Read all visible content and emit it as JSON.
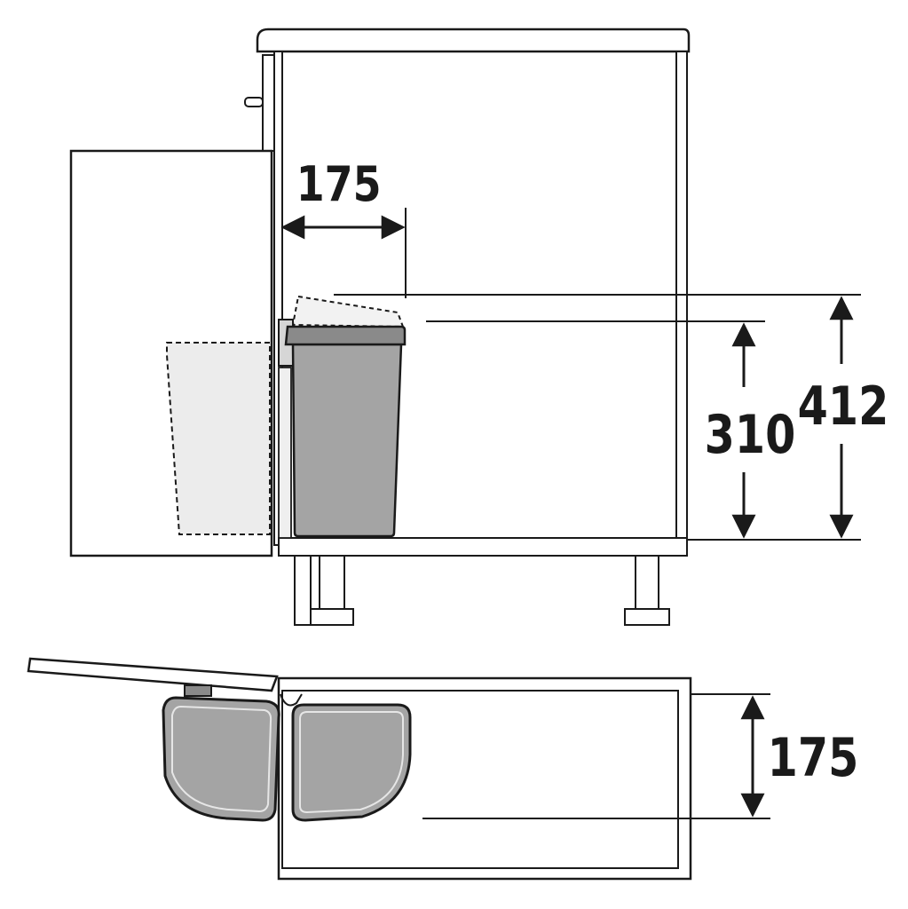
{
  "dimensions": {
    "top_width": "175",
    "bin_height": "310",
    "cabinet_height": "412",
    "plan_depth": "175"
  },
  "colors": {
    "outline": "#1a1a1a",
    "frame_fill": "#ffffff",
    "frame_stroke": "#555555",
    "bin_fill": "#a4a4a4",
    "bin_dark": "#8a8a8a",
    "ghost_fill": "#ececec"
  }
}
